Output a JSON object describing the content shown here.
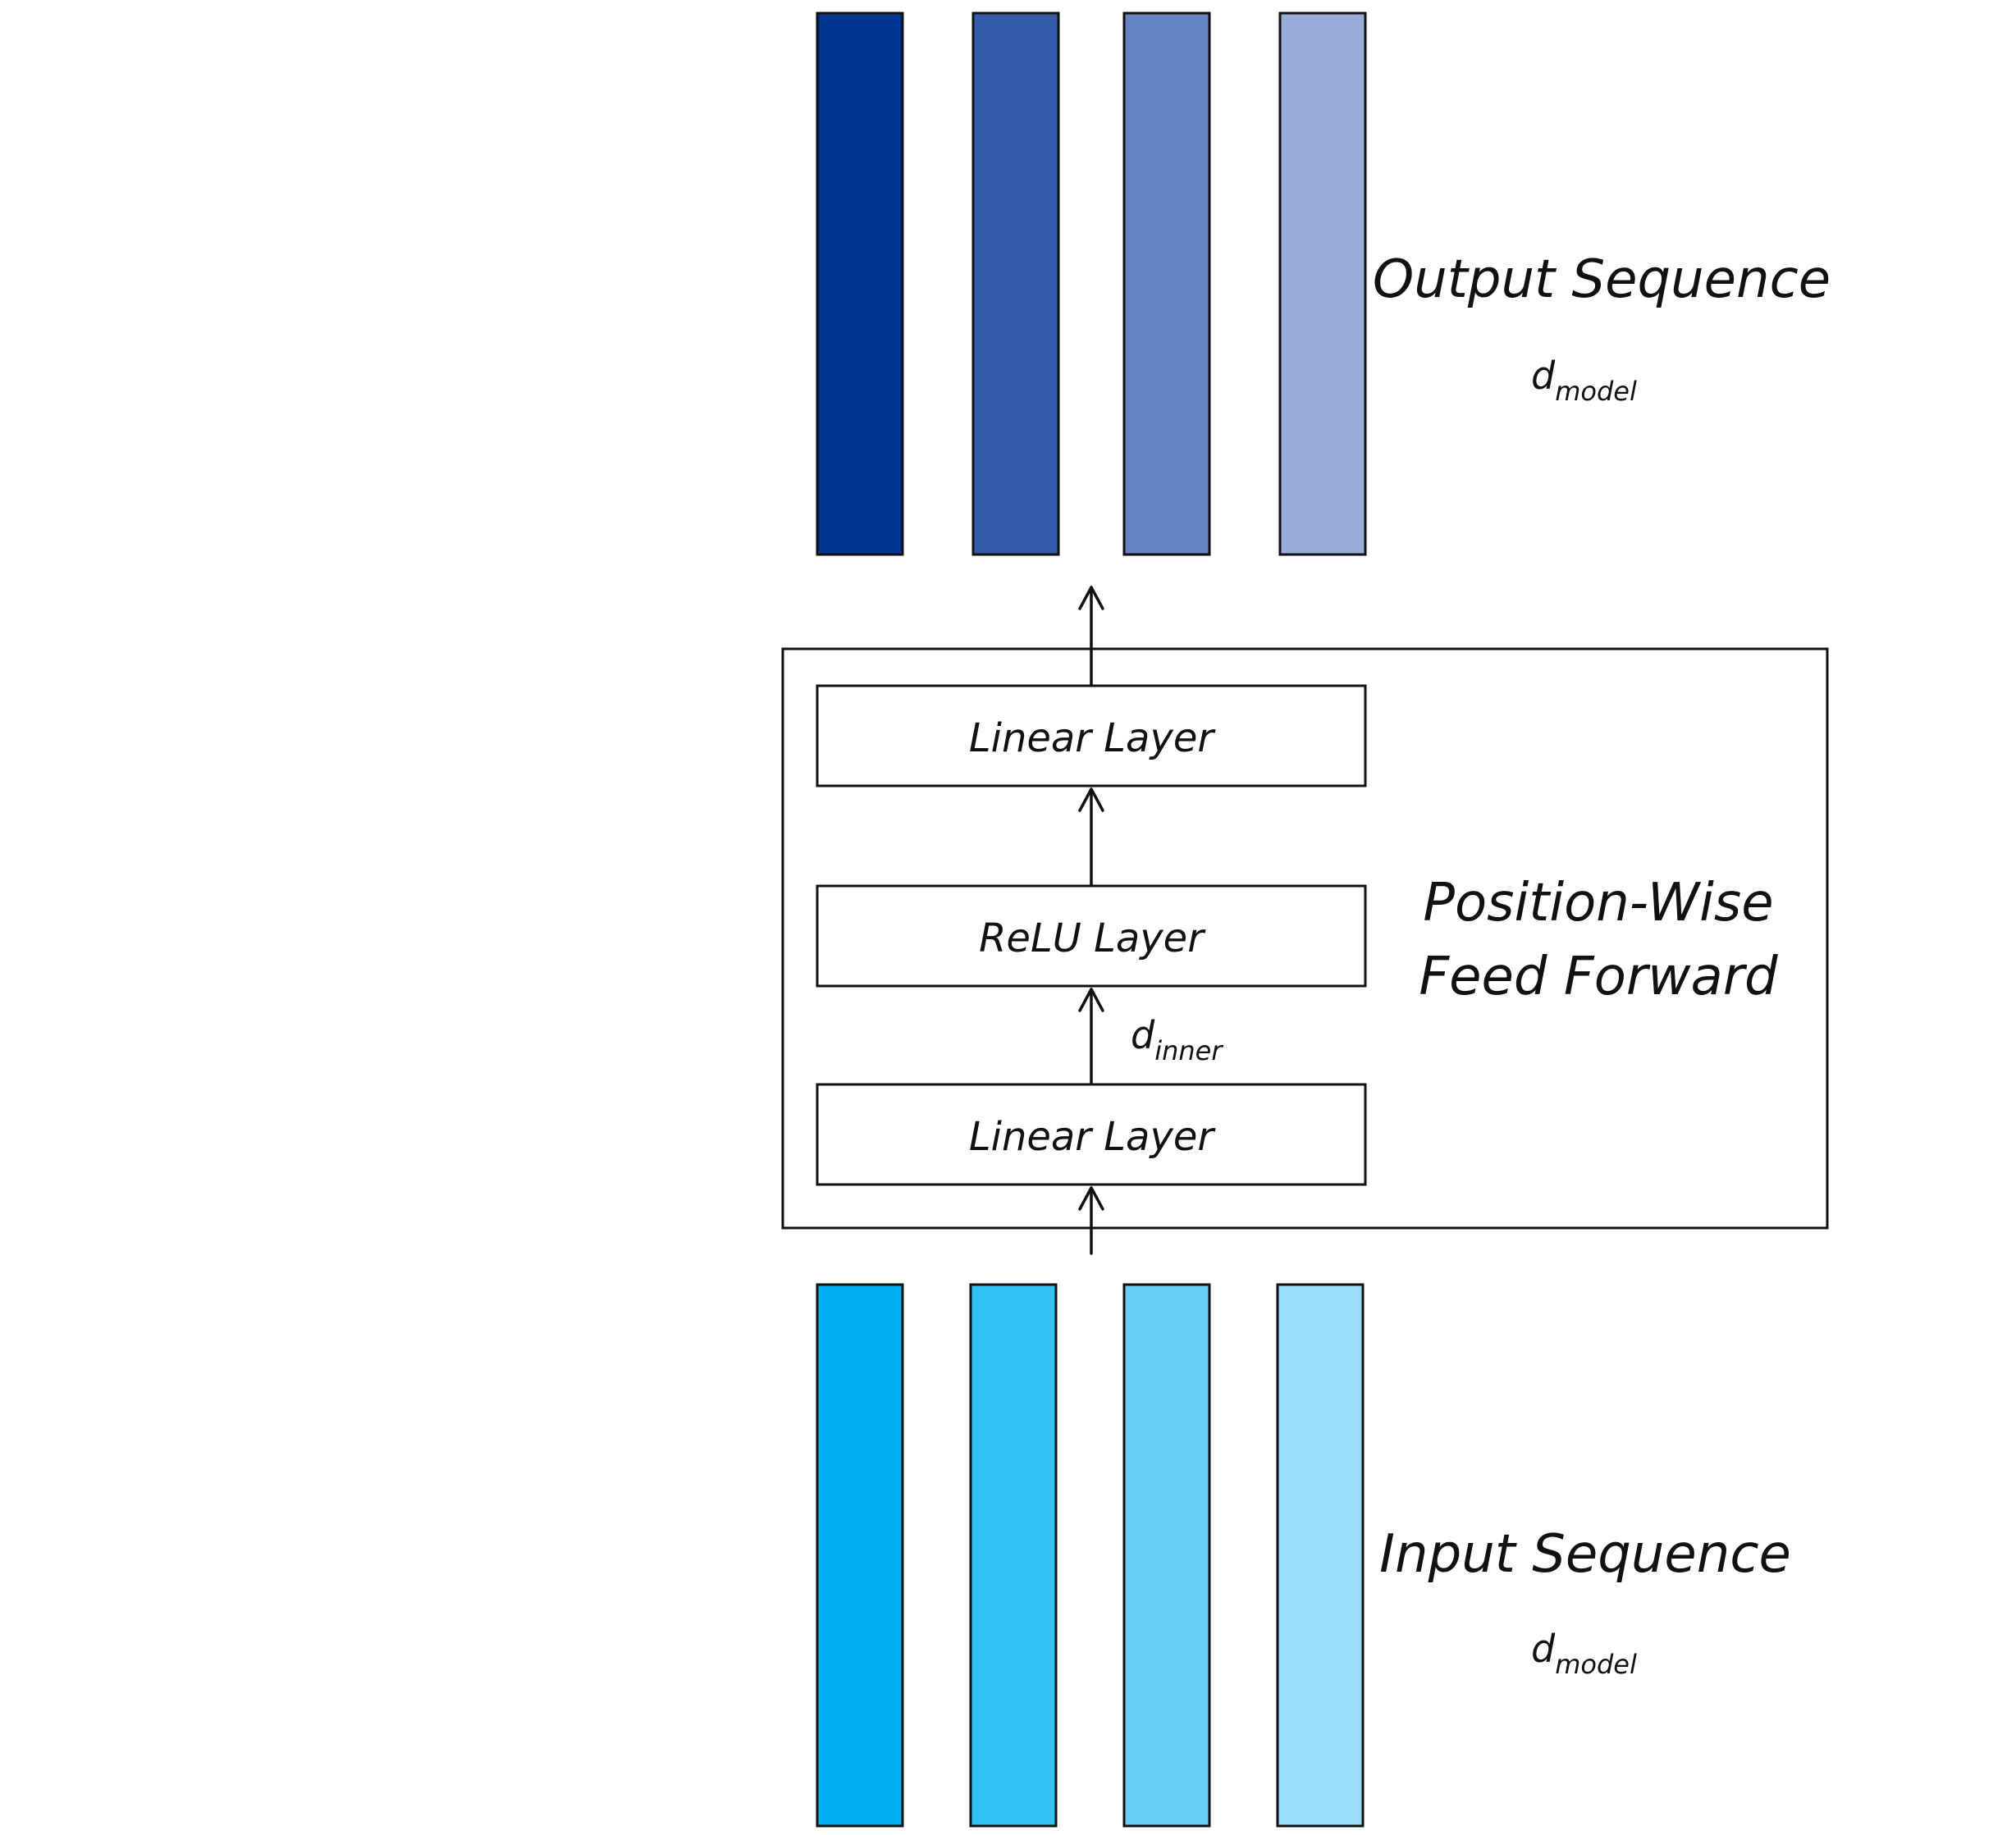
{
  "output": {
    "label": "Output Sequence",
    "dim_main": "d",
    "dim_sub": "model",
    "colors": [
      "#003594",
      "#335dab",
      "#6684c2",
      "#99acd9"
    ]
  },
  "input": {
    "label": "Input Sequence",
    "dim_main": "d",
    "dim_sub": "model",
    "colors": [
      "#00b0f0",
      "#33c0f3",
      "#66d0f6",
      "#99dff9"
    ]
  },
  "block": {
    "title_line1": "Position-Wise",
    "title_line2": "Feed Forward",
    "layers": {
      "top": "Linear Layer",
      "middle": "ReLU Layer",
      "bottom": "Linear Layer"
    },
    "inner_dim_main": "d",
    "inner_dim_sub": "inner"
  }
}
